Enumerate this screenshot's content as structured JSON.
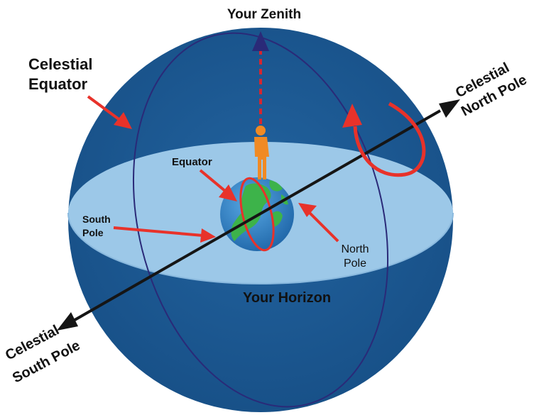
{
  "labels": {
    "zenith": "Your Zenith",
    "celestial_equator_line1": "Celestial",
    "celestial_equator_line2": "Equator",
    "celestial_north_pole_line1": "Celestial",
    "celestial_north_pole_line2": "North Pole",
    "celestial_south_pole_line1": "Celestial",
    "celestial_south_pole_line2": "South Pole",
    "equator": "Equator",
    "south_pole_line1": "South",
    "south_pole_line2": "Pole",
    "north_pole_line1": "North",
    "north_pole_line2": "Pole",
    "horizon": "Your Horizon"
  },
  "colors": {
    "sphere": "#1c5a94",
    "sphere_dark": "#0f3f6f",
    "horizon_plane": "#9cc8e8",
    "horizon_plane_dark": "#7fb3dc",
    "meridian": "#2a2a78",
    "axis": "#151515",
    "arrow_red": "#e8322a",
    "zenith_arrow": "#d6262f",
    "zenith_tip": "#2a2a78",
    "earth_ocean": "#2f84c8",
    "earth_land": "#3db34a",
    "person": "#f08a24",
    "text": "#111111"
  }
}
